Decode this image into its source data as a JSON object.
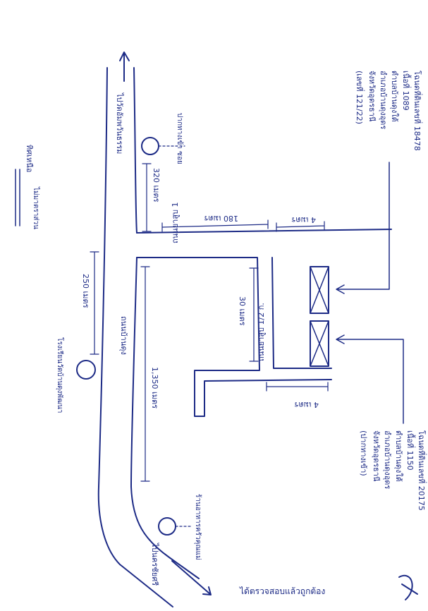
{
  "map": {
    "north_label": "ทิศเหนือ",
    "north_label_note": "ไม่มาตราส่วน",
    "road_top_label": "ไปวัดอัมพวันธรรม",
    "road_bottom_label": "ไปนครชัยศรี",
    "main_road_label": "ถนนบ้านดุง",
    "soi_label": "ถนนยาสูบ 1",
    "soi_lower_label": "ถนนยาสูบ 1/2 ก.",
    "dist_320": "320 เมตร",
    "dist_180": "180 เมตร",
    "dist_4_top": "4 เมตร",
    "dist_250": "250 เมตร",
    "dist_30": "30 เมตร",
    "dist_1350": "1,350 เมตร",
    "dist_4_bottom": "4 เมตร",
    "landmark_top": "ปากทางเข้า ซอย",
    "landmark_mid": "โรงเรียนวัดบ้านดุงพัฒนา",
    "landmark_bottom": "ร้านอาหารครัวคุณแม่",
    "note_top": [
      "โฉนดที่ดินเลขที่ 18478",
      "เนื้อที่ 1089",
      "ตำบลบ้านดุงใต้",
      "อำเภอบ้านดุงอุดร",
      "จังหวัดอุดรธานี",
      "(เลขที่ 121/22)"
    ],
    "note_bottom": [
      "โฉนดที่ดินเลขที่ 20175",
      "เนื้อที่ 1150",
      "ตำบลบ้านดุงใต้",
      "อำเภอบ้านดุงอุดร",
      "จังหวัดอุดรธานี",
      "(ปากทางเข้า)"
    ],
    "signature_text": "ได้ตรวจสอบแล้วถูกต้อง"
  }
}
